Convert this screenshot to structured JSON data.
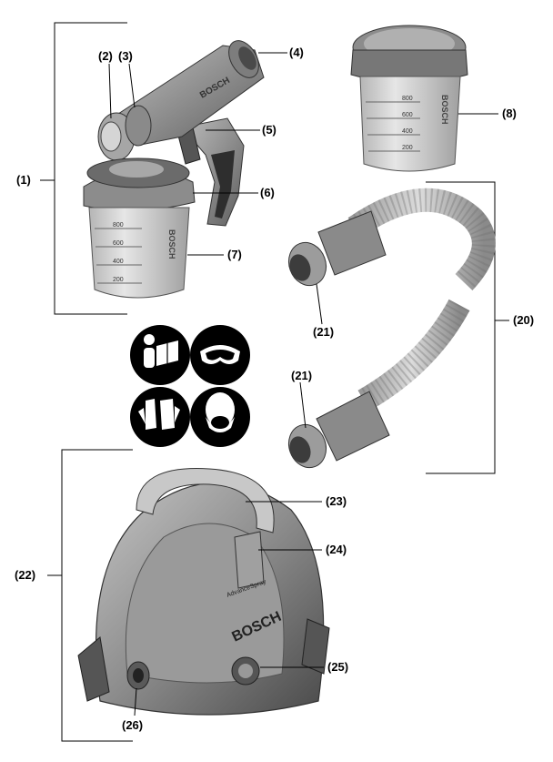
{
  "labels": {
    "l1": "(1)",
    "l2": "(2)",
    "l3": "(3)",
    "l4": "(4)",
    "l5": "(5)",
    "l6": "(6)",
    "l7": "(7)",
    "l8": "(8)",
    "l20": "(20)",
    "l21a": "(21)",
    "l21b": "(21)",
    "l22": "(22)",
    "l23": "(23)",
    "l24": "(24)",
    "l25": "(25)",
    "l26": "(26)"
  },
  "brand": "BOSCH",
  "scale_marks": [
    "800",
    "600",
    "400",
    "200"
  ],
  "base_model": "AdvanceSpray",
  "icons": [
    "manual-read-icon",
    "safety-goggles-icon",
    "protective-gloves-icon",
    "respirator-mask-icon"
  ]
}
